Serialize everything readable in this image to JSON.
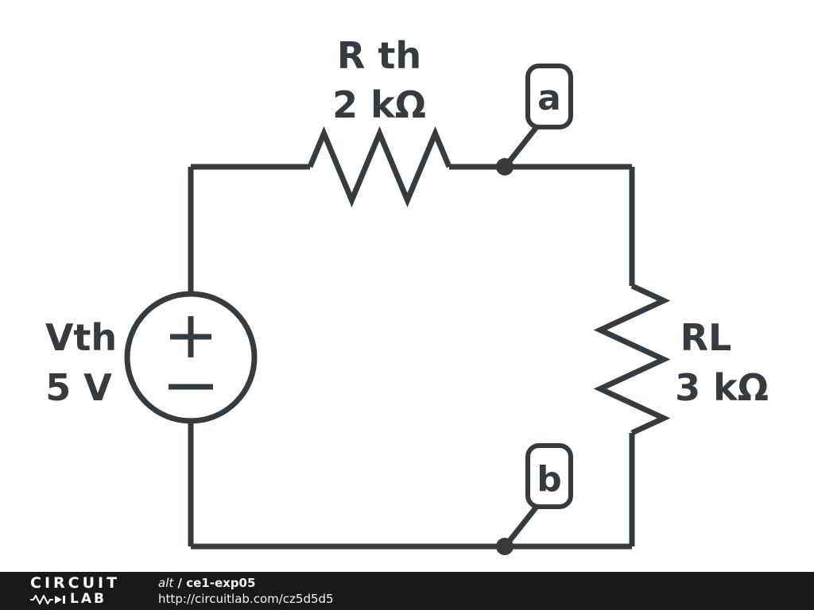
{
  "colors": {
    "circuit_stroke": "#353b3e",
    "background": "#ffffff",
    "footer_background": "#191919",
    "footer_text": "#f4f4f4"
  },
  "circuit": {
    "source": {
      "name_label": "Vth",
      "value_label": "5 V"
    },
    "resistor_top": {
      "name_label": "R th",
      "value_label": "2 kΩ"
    },
    "resistor_right": {
      "name_label": "RL",
      "value_label": "3 kΩ"
    },
    "node_a": {
      "label": "a"
    },
    "node_b": {
      "label": "b"
    }
  },
  "footer": {
    "logo_line1": "CIRCUIT",
    "logo_line2": "LAB",
    "title_italic": "alt",
    "title_rest": " / ce1-exp05",
    "url": "http://circuitlab.com/cz5d5d5"
  }
}
